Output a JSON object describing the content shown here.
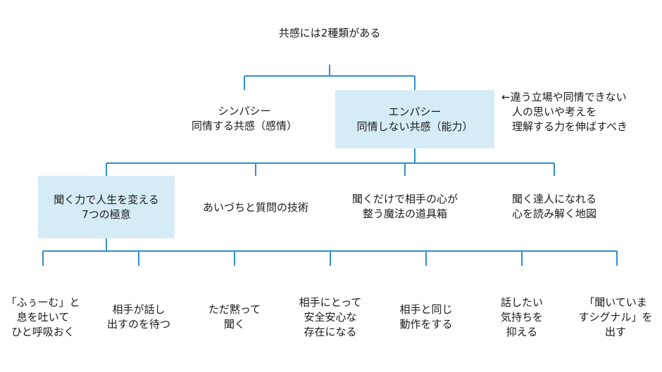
{
  "root": {
    "label": "共感には2種類がある"
  },
  "level1": [
    {
      "label": "シンパシー\n同情する共感（感情）"
    },
    {
      "label": "エンパシー\n同情しない共感（能力）"
    }
  ],
  "empathy_note": "←違う立場や同情できない\n　人の思いや考えを\n　理解する力を伸ばすべき",
  "books": [
    {
      "label": "聞く力で人生を変える\n7つの極意"
    },
    {
      "label": "あいづちと質問の技術"
    },
    {
      "label": "聞くだけで相手の心が\n整う魔法の道具箱"
    },
    {
      "label": "聞く達人になれる\n心を読み解く地図"
    }
  ],
  "tips": [
    {
      "label": "「ふぅーむ」と\n息を吐いて\nひと呼吸おく"
    },
    {
      "label": "相手が話し\n出すのを待つ"
    },
    {
      "label": "ただ黙って\n聞く"
    },
    {
      "label": "相手にとって\n安全安心な\n存在になる"
    },
    {
      "label": "相手と同じ\n動作をする"
    },
    {
      "label": "話したい\n気持ちを\n抑える"
    },
    {
      "label": "「聞いていま\nすシグナル」を\n出す"
    }
  ],
  "colors": {
    "connector": "#2f8fd2",
    "highlight": "#d5ecf6"
  }
}
